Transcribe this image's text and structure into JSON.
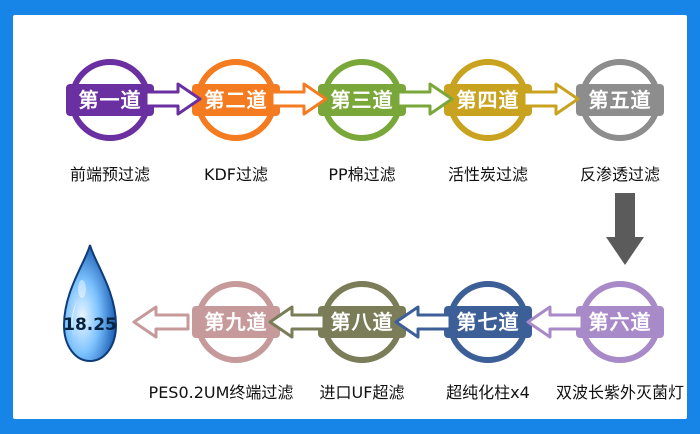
{
  "top_row": [
    {
      "stage": "第一道",
      "label": "前端预过滤",
      "color": "#6a2fa0"
    },
    {
      "stage": "第二道",
      "label": "KDF过滤",
      "color": "#f47b20"
    },
    {
      "stage": "第三道",
      "label": "PP棉过滤",
      "color": "#7aa73a"
    },
    {
      "stage": "第四道",
      "label": "活性炭过滤",
      "color": "#c9a31f"
    },
    {
      "stage": "第五道",
      "label": "反渗透过滤",
      "color": "#8d8d8d"
    }
  ],
  "bottom_row": [
    {
      "stage": "第六道",
      "label": "双波长紫外灭菌灯",
      "color": "#a98ac8"
    },
    {
      "stage": "第七道",
      "label": "超纯化柱x4",
      "color": "#3d5f98"
    },
    {
      "stage": "第八道",
      "label": "进口UF超滤",
      "color": "#7a7d58"
    },
    {
      "stage": "第九道",
      "label": "PES0.2UM终端过滤",
      "color": "#c69a9a"
    }
  ],
  "drop": {
    "value": "18.25"
  }
}
